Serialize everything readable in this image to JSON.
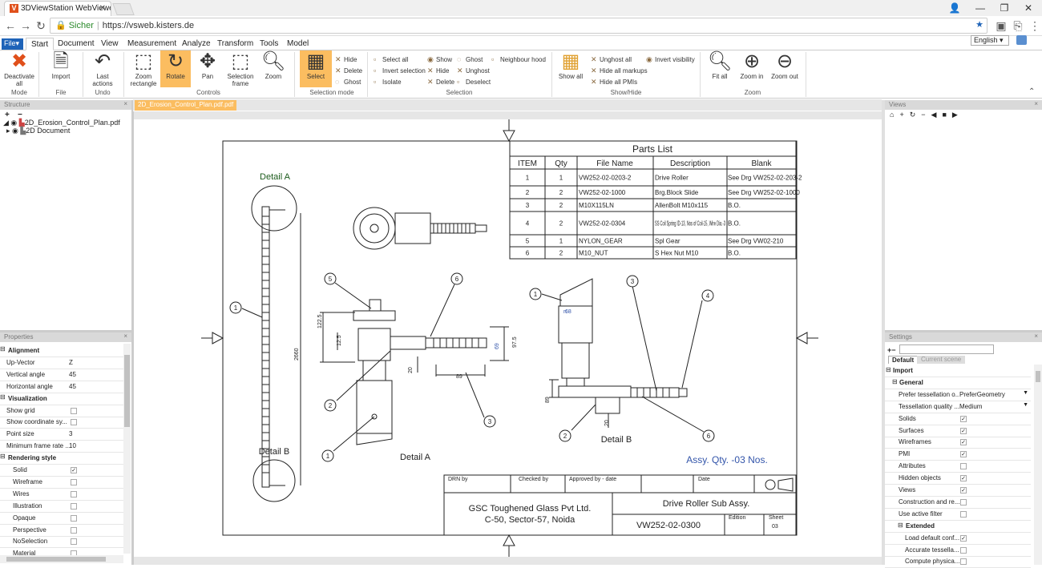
{
  "browser": {
    "tab_title": "3DViewStation WebViewer",
    "tab_logo": "V",
    "url_secure_label": "Sicher",
    "url_separator": "|",
    "url": "https://vsweb.kisters.de"
  },
  "ribbon": {
    "file_label": "File▾",
    "tabs": [
      "Start",
      "Document",
      "View",
      "Measurement",
      "Analyze",
      "Transform",
      "Tools",
      "Model"
    ],
    "active_tab": "Start",
    "language": "English",
    "mode": {
      "btn": "Deactivate all",
      "group": "Mode"
    },
    "file": {
      "btn": "Import",
      "group": "File"
    },
    "undo": {
      "btn": "Last actions",
      "group": "Undo"
    },
    "controls": {
      "zoom_rect": "Zoom rectangle",
      "rotate": "Rotate",
      "pan": "Pan",
      "selection_frame": "Selection frame",
      "zoom": "Zoom",
      "group": "Controls"
    },
    "selection_mode": {
      "select": "Select",
      "hide": "Hide",
      "delete": "Delete",
      "ghost": "Ghost",
      "group": "Selection mode"
    },
    "selection": {
      "select_all": "Select all",
      "invert_selection": "Invert selection",
      "isolate": "Isolate",
      "show": "Show",
      "hide": "Hide",
      "delete": "Delete",
      "ghost": "Ghost",
      "unghost": "Unghost",
      "deselect": "Deselect",
      "neighbour_hood": "Neighbour hood",
      "group": "Selection"
    },
    "showhide": {
      "show_all": "Show all",
      "unghost_all": "Unghost all",
      "hide_all_markups": "Hide all markups",
      "hide_all_pmis": "Hide all PMIs",
      "invert_visibility": "Invert visibility",
      "group": "Show/Hide"
    },
    "zoomgrp": {
      "fit_all": "Fit all",
      "zoom_in": "Zoom in",
      "zoom_out": "Zoom out",
      "group": "Zoom"
    }
  },
  "structure": {
    "title": "Structure",
    "items": [
      "2D_Erosion_Control_Plan.pdf",
      "2D Document"
    ]
  },
  "properties": {
    "title": "Properties",
    "rows": [
      {
        "k": "Alignment",
        "sec": true
      },
      {
        "k": "Up-Vector",
        "v": "Z"
      },
      {
        "k": "Vertical angle",
        "v": "45"
      },
      {
        "k": "Horizontal angle",
        "v": "45"
      },
      {
        "k": "Visualization",
        "sec": true
      },
      {
        "k": "Show grid",
        "cb": ""
      },
      {
        "k": "Show coordinate sy...",
        "cb": ""
      },
      {
        "k": "Point size",
        "v": "3"
      },
      {
        "k": "Minimum frame rate ...",
        "v": "10"
      },
      {
        "k": "Rendering style",
        "sec": true
      },
      {
        "k": "Solid",
        "cb": "✓"
      },
      {
        "k": "Wireframe",
        "cb": ""
      },
      {
        "k": "Wires",
        "cb": ""
      },
      {
        "k": "Illustration",
        "cb": ""
      },
      {
        "k": "Opaque",
        "cb": ""
      },
      {
        "k": "Perspective",
        "cb": ""
      },
      {
        "k": "NoSelection",
        "cb": ""
      },
      {
        "k": "Material",
        "cb": ""
      }
    ]
  },
  "document_tab": "2D_Erosion_Control_Plan.pdf.pdf",
  "views": {
    "title": "Views"
  },
  "settings": {
    "title": "Settings",
    "tabs": [
      "Default",
      "Current scene"
    ],
    "rows": [
      {
        "k": "Import",
        "sec": true
      },
      {
        "k": "General",
        "sec": true
      },
      {
        "k": "Prefer tessellation o...",
        "v": "PreferGeometry"
      },
      {
        "k": "Tessellation quality ...",
        "v": "Medium"
      },
      {
        "k": "Solids",
        "cb": "✓"
      },
      {
        "k": "Surfaces",
        "cb": "✓"
      },
      {
        "k": "Wireframes",
        "cb": "✓"
      },
      {
        "k": "PMI",
        "cb": "✓"
      },
      {
        "k": "Attributes",
        "cb": ""
      },
      {
        "k": "Hidden objects",
        "cb": "✓"
      },
      {
        "k": "Views",
        "cb": "✓"
      },
      {
        "k": "Construction and re...",
        "cb": ""
      },
      {
        "k": "Use active filter",
        "cb": ""
      },
      {
        "k": "Extended",
        "sec": true
      },
      {
        "k": "Load default conf...",
        "cb": "✓"
      },
      {
        "k": "Accurate tessella...",
        "cb": ""
      },
      {
        "k": "Compute physica...",
        "cb": ""
      }
    ]
  },
  "drawing": {
    "parts_list_title": "Parts List",
    "headers": [
      "ITEM",
      "Qty",
      "File Name",
      "Description",
      "Blank"
    ],
    "rows": [
      [
        "1",
        "1",
        "VW252-02-0203-2",
        "Drive Roller",
        "See Drg VW252-02-203-2"
      ],
      [
        "2",
        "2",
        "VW252-02-1000",
        "Brg.Block Slide",
        "See Drg VW252-02-1000"
      ],
      [
        "3",
        "2",
        "M10X115LN",
        "AllenBolt M10x115",
        "B.O."
      ],
      [
        "4",
        "2",
        "VW252-02-0304",
        "SS Coil Spring ID-13, Nos of Coil-15, Wire Dia.-3",
        "B.O."
      ],
      [
        "5",
        "1",
        "NYLON_GEAR",
        "Spl Gear",
        "See Drg VW02-210"
      ],
      [
        "6",
        "2",
        "M10_NUT",
        "S Hex Nut M10",
        "B.O."
      ]
    ],
    "detail_a": "Detail A",
    "detail_b": "Detail B",
    "assy_qty": "Assy. Qty. -03 Nos.",
    "dims": [
      "2660",
      "122.5",
      "12.5",
      "69",
      "97.5",
      "20",
      "89",
      "68",
      "89",
      "20"
    ],
    "balloons": [
      "1",
      "5",
      "6",
      "2",
      "3",
      "1",
      "1",
      "3",
      "4",
      "2",
      "6"
    ],
    "title_block": {
      "drn_by": "DRN by",
      "checked_by": "Checked by",
      "approved_by": "Approved by - date",
      "date": "Date",
      "company": "GSC Toughened Glass Pvt Ltd.",
      "address": "C-50, Sector-57, Noida",
      "title": "Drive Roller Sub Assy.",
      "drawing_no": "VW252-02-0300",
      "edition": "Edition",
      "sheet_label": "Sheet",
      "sheet": "03"
    }
  }
}
